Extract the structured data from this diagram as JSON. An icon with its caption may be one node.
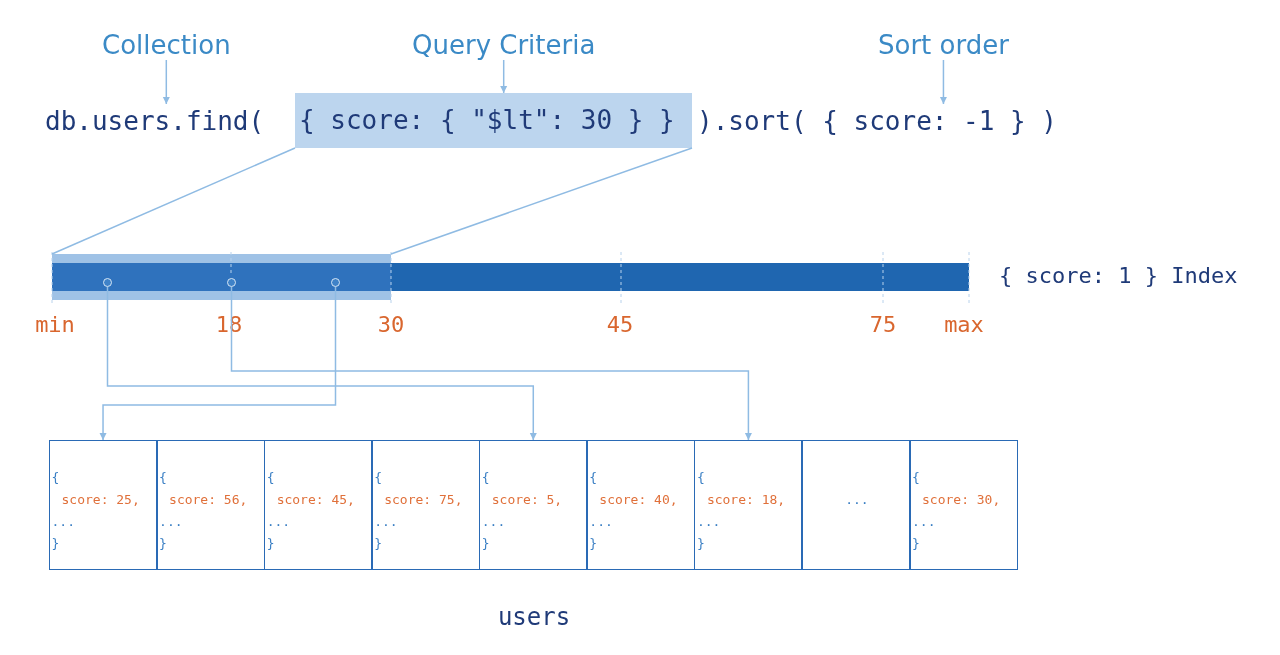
{
  "diagram": {
    "nodes": [
      {
        "text": [
          "Collection"
        ]
      },
      {
        "text": [
          "Query Criteria"
        ]
      },
      {
        "text": [
          "Sort order"
        ]
      },
      {
        "text": [
          "db.users.find("
        ]
      },
      {
        "text": [
          "{ score: { \"$lt\": 30 } }"
        ]
      },
      {
        "text": [
          ").sort( { score: -1 } )"
        ]
      },
      {
        "text": [],
        "shape": "bar",
        "beside": [
          "{ score: 1 } Index"
        ]
      },
      {
        "text": [],
        "shape": "box"
      },
      {
        "text": [],
        "shape": "circle",
        "in": 7
      },
      {
        "text": [],
        "shape": "circle",
        "in": 7
      },
      {
        "text": [],
        "shape": "circle",
        "in": 7
      },
      {
        "text": [
          "users"
        ]
      },
      {
        "text": [
          "{",
          "score: 25,",
          "...",
          "}"
        ],
        "in": 11
      },
      {
        "text": [
          "{",
          "score: 56,",
          "...",
          "}"
        ],
        "in": 11
      },
      {
        "text": [
          "{",
          "score: 45,",
          "...",
          "}"
        ],
        "in": 11
      },
      {
        "text": [
          "{",
          "score: 75,",
          "...",
          "}"
        ],
        "in": 11
      },
      {
        "text": [
          "{",
          "score: 5,",
          "...",
          "}"
        ],
        "in": 11
      },
      {
        "text": [
          "{",
          "score: 40,",
          "...",
          "}"
        ],
        "in": 11
      },
      {
        "text": [
          "{",
          "score: 18,",
          "...",
          "}"
        ],
        "in": 11
      },
      {
        "text": [
          "..."
        ],
        "in": 11
      },
      {
        "text": [
          "{",
          "score: 30,",
          "...",
          "}"
        ],
        "in": 11
      }
    ],
    "edges": [
      {
        "from": 0,
        "to": 3,
        "arrow": "to"
      },
      {
        "from": 1,
        "to": 4,
        "arrow": "to"
      },
      {
        "from": 2,
        "to": 5,
        "arrow": "to"
      },
      {
        "from": 4,
        "to": 7,
        "arrow": "none"
      },
      {
        "from": 4,
        "to": 7,
        "arrow": "none"
      },
      {
        "from": 8,
        "to": 16,
        "arrow": "to"
      },
      {
        "from": 9,
        "to": 18,
        "arrow": "to"
      },
      {
        "from": 10,
        "to": 12,
        "arrow": "to"
      }
    ],
    "labels": [
      "min",
      "18",
      "30",
      "45",
      "75",
      "max"
    ]
  }
}
